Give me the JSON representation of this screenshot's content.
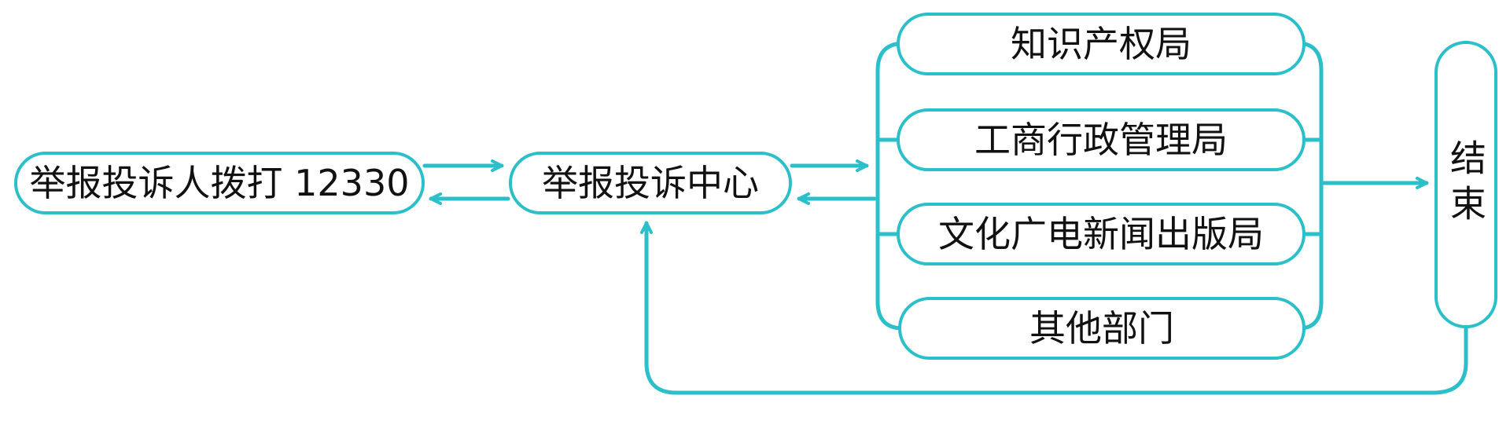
{
  "colors": {
    "accent": "#2bbfca",
    "text": "#111111",
    "background": "#ffffff"
  },
  "nodes": {
    "caller": "举报投诉人拨打 12330",
    "center": "举报投诉中心",
    "intellectual_property_bureau": "知识产权局",
    "industry_commerce_bureau": "工商行政管理局",
    "culture_broadcast_press_bureau": "文化广电新闻出版局",
    "other_departments": "其他部门",
    "end": "结束"
  }
}
